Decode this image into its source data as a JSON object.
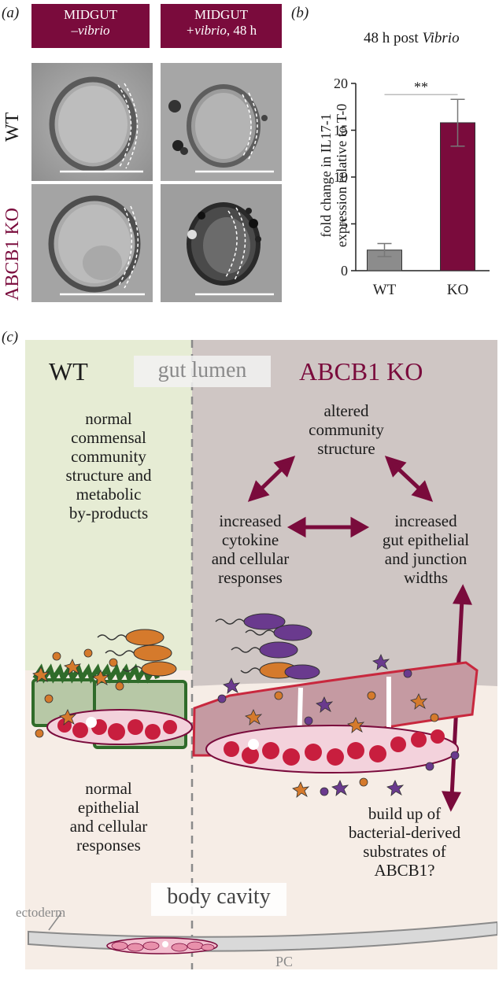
{
  "panel_a": {
    "letter": "(a)",
    "headers": [
      {
        "line1": "MIDGUT",
        "line2": "–vibrio"
      },
      {
        "line1": "MIDGUT",
        "line2_italic": "+vibrio",
        "line2_rest": ", 48 h"
      }
    ],
    "rows": [
      "WT",
      "ABCB1 KO"
    ]
  },
  "panel_b": {
    "letter": "(b)",
    "title_prefix": "48 h post ",
    "title_italic": "Vibrio",
    "significance": "**",
    "ylabel_line1": "fold change in IL17-1",
    "ylabel_line2": "expression relative to T-0"
  },
  "chart_data": {
    "type": "bar",
    "categories": [
      "WT",
      "KO"
    ],
    "values": [
      2.2,
      15.8
    ],
    "error": [
      0.7,
      2.5
    ],
    "colors": [
      "#8c8c8c",
      "#7a0b3c"
    ],
    "ylim": [
      0,
      20
    ],
    "yticks": [
      0,
      5,
      10,
      15,
      20
    ],
    "ytick_labels": [
      "0",
      "5",
      "10",
      "15",
      "20"
    ],
    "title": "48 h post Vibrio",
    "ylabel": "fold change in IL17-1 expression relative to T-0",
    "xlabel": "",
    "annotation": "**"
  },
  "panel_c": {
    "letter": "(c)",
    "wt_title": "WT",
    "ko_title": "ABCB1 KO",
    "gut_lumen": "gut lumen",
    "body_cavity": "body cavity",
    "wt_community": [
      "normal",
      "commensal",
      "community",
      "structure and",
      "metabolic",
      "by-products"
    ],
    "wt_response": [
      "normal",
      "epithelial",
      "and cellular",
      "responses"
    ],
    "altered": [
      "altered",
      "community",
      "structure"
    ],
    "cytokine": [
      "increased",
      "cytokine",
      "and cellular",
      "responses"
    ],
    "gut_widths": [
      "increased",
      "gut epithelial",
      "and junction",
      "widths"
    ],
    "buildup": [
      "build up of",
      "bacterial-derived",
      "substrates of",
      "ABCB1?"
    ],
    "ectoderm": "ectoderm",
    "pc": "PC",
    "colors": {
      "maroon": "#7a0b3c",
      "wt_bg": "#e6ecd4",
      "ko_bg": "#cfc6c4",
      "cavity_bg": "#f6ede6",
      "orange": "#d57a2c",
      "purple": "#6a3a8e",
      "green": "#2f6b2a"
    }
  }
}
